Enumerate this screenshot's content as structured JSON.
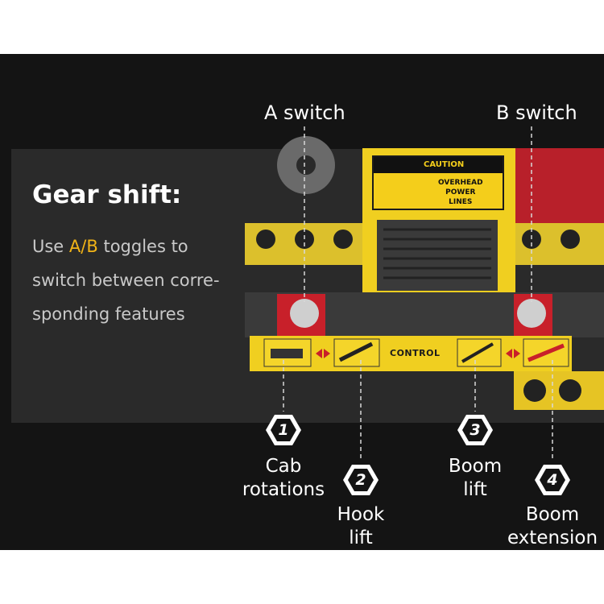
{
  "heading": "Gear shift:",
  "description": {
    "line1_prefix": "Use ",
    "line1_highlight": "A/B",
    "line1_suffix": " toggles to",
    "line2": "switch between corre-",
    "line3": "sponding features"
  },
  "switches": [
    {
      "label": "A switch"
    },
    {
      "label": "B switch"
    }
  ],
  "features": [
    {
      "number": "1",
      "line1": "Cab",
      "line2": "rotations"
    },
    {
      "number": "2",
      "line1": "Hook",
      "line2": "lift"
    },
    {
      "number": "3",
      "line1": "Boom",
      "line2": "lift"
    },
    {
      "number": "4",
      "line1": "Boom",
      "line2": "extension"
    }
  ],
  "model": {
    "caution_title": "CAUTION",
    "caution_line1": "OVERHEAD",
    "caution_line2": "POWER",
    "caution_line3": "LINES",
    "control_label": "CONTROL"
  },
  "colors": {
    "accent": "#f2b417",
    "background": "#141414",
    "model_yellow": "#f0cf20",
    "toggle_red": "#c8202a"
  }
}
